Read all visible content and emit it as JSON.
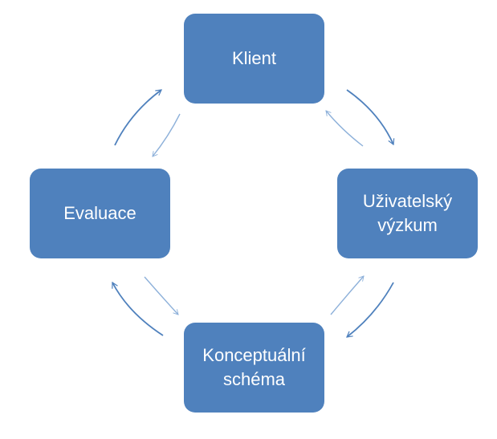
{
  "nodes": {
    "klient": "Klient",
    "uzivatelsky_line1": "Uživatelský",
    "uzivatelsky_line2": "výzkum",
    "konceptualni_line1": "Konceptuální",
    "konceptualni_line2": "schéma",
    "evaluace": "Evaluace"
  },
  "colors": {
    "node_fill": "#4f81bd",
    "node_text": "#ffffff",
    "arrow": "#4f81bd"
  }
}
